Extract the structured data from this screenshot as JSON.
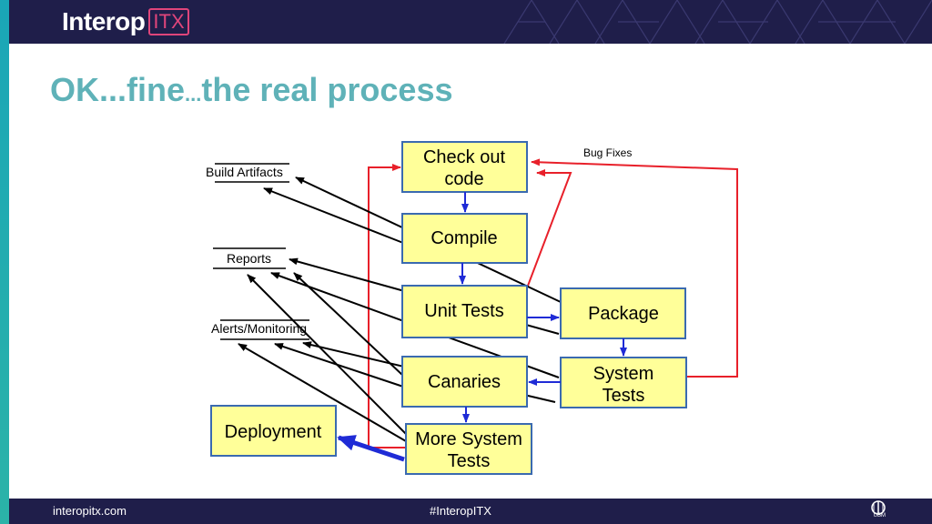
{
  "header": {
    "brand_main": "Interop",
    "brand_box": "ITX"
  },
  "title": {
    "part1": "OK...fine",
    "part2": "...",
    "part3": "the real process"
  },
  "diagram": {
    "boxes": {
      "checkout_line1": "Check out",
      "checkout_line2": "code",
      "compile": "Compile",
      "unit_tests": "Unit Tests",
      "package": "Package",
      "system_tests_line1": "System",
      "system_tests_line2": "Tests",
      "canaries": "Canaries",
      "more_system_tests_line1": "More System",
      "more_system_tests_line2": "Tests",
      "deployment": "Deployment"
    },
    "labels": {
      "build_artifacts": "Build Artifacts",
      "reports": "Reports",
      "alerts": "Alerts/Monitoring",
      "bug_fixes": "Bug Fixes"
    },
    "colors": {
      "box_fill": "#ffff99",
      "box_stroke": "#3a6ab0",
      "red_arrow": "#e8202a",
      "blue_arrow": "#1f2bd6"
    }
  },
  "footer": {
    "left": "interopitx.com",
    "center": "#InteropITX",
    "logo_text": "UBM"
  }
}
